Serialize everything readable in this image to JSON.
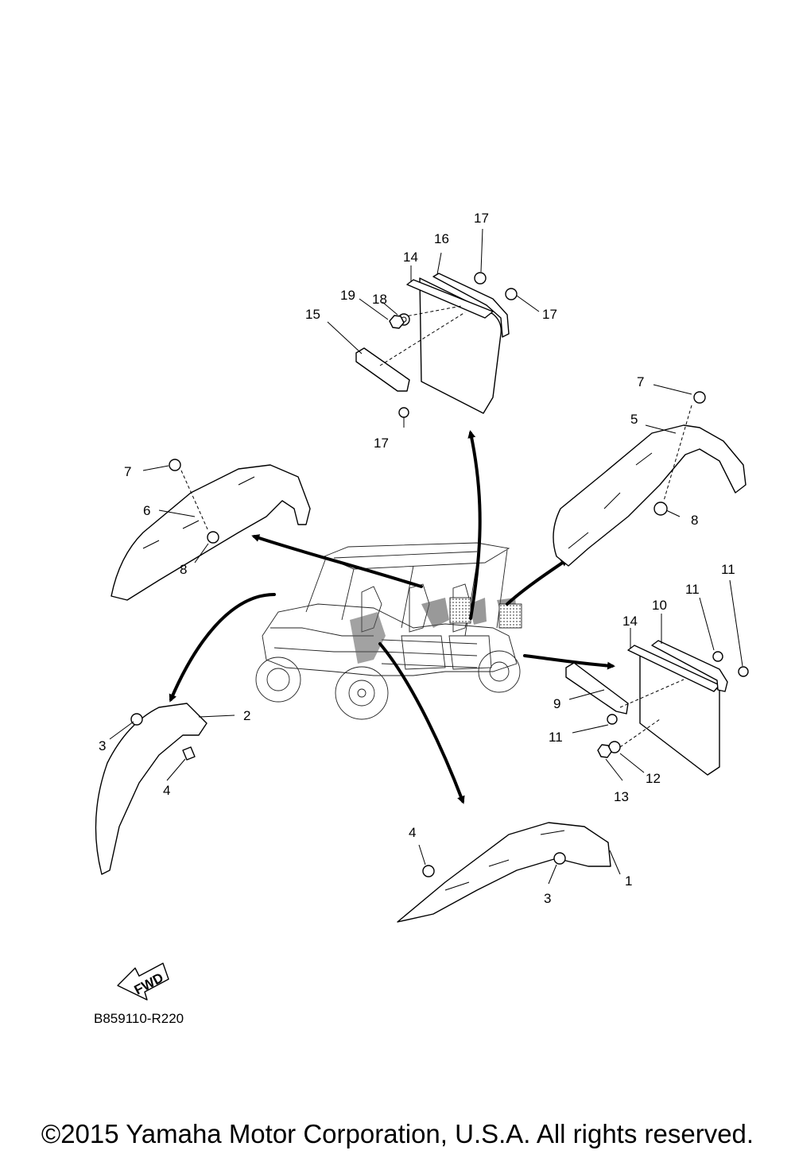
{
  "diagram": {
    "callouts": {
      "c1": "1",
      "c2": "2",
      "c3a": "3",
      "c3b": "3",
      "c4a": "4",
      "c4b": "4",
      "c5": "5",
      "c6": "6",
      "c7a": "7",
      "c7b": "7",
      "c8a": "8",
      "c8b": "8",
      "c9": "9",
      "c10": "10",
      "c11a": "11",
      "c11b": "11",
      "c11c": "11",
      "c12": "12",
      "c13": "13",
      "c14a": "14",
      "c14b": "14",
      "c15": "15",
      "c16": "16",
      "c17a": "17",
      "c17b": "17",
      "c17c": "17",
      "c18": "18",
      "c19": "19"
    },
    "fwd_label": "FWD",
    "reference_code": "B859110-R220"
  },
  "footer": {
    "copyright": "©2015 Yamaha Motor Corporation, U.S.A. All rights reserved."
  },
  "colors": {
    "line": "#000000",
    "background": "#ffffff",
    "shade": "#6e6e6e"
  }
}
